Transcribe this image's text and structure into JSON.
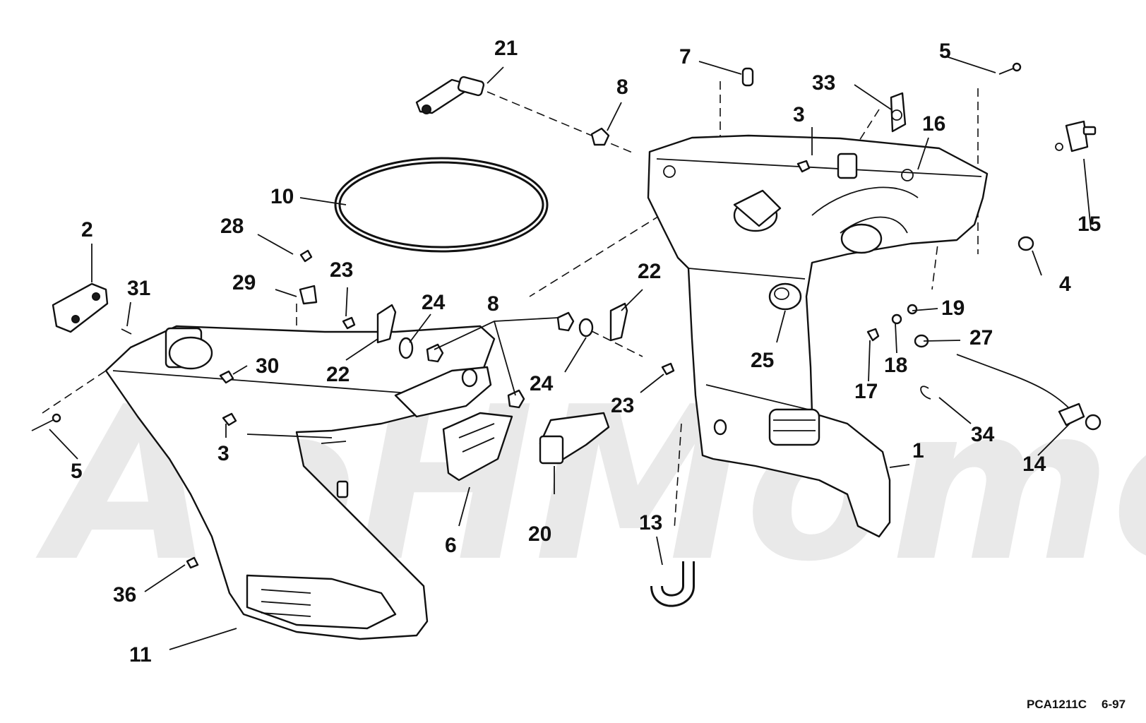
{
  "diagram": {
    "watermark": "AeHMomo",
    "figure_code": "PCA1211C",
    "date_code": "6-97",
    "callouts": [
      {
        "id": "c1",
        "label": "1"
      },
      {
        "id": "c2",
        "label": "2"
      },
      {
        "id": "c3a",
        "label": "3"
      },
      {
        "id": "c3b",
        "label": "3"
      },
      {
        "id": "c4",
        "label": "4"
      },
      {
        "id": "c5a",
        "label": "5"
      },
      {
        "id": "c5b",
        "label": "5"
      },
      {
        "id": "c6",
        "label": "6"
      },
      {
        "id": "c7",
        "label": "7"
      },
      {
        "id": "c8a",
        "label": "8"
      },
      {
        "id": "c8b",
        "label": "8"
      },
      {
        "id": "c10",
        "label": "10"
      },
      {
        "id": "c11",
        "label": "11"
      },
      {
        "id": "c13",
        "label": "13"
      },
      {
        "id": "c14",
        "label": "14"
      },
      {
        "id": "c15",
        "label": "15"
      },
      {
        "id": "c16",
        "label": "16"
      },
      {
        "id": "c17",
        "label": "17"
      },
      {
        "id": "c18",
        "label": "18"
      },
      {
        "id": "c19",
        "label": "19"
      },
      {
        "id": "c20",
        "label": "20"
      },
      {
        "id": "c21",
        "label": "21"
      },
      {
        "id": "c22a",
        "label": "22"
      },
      {
        "id": "c22b",
        "label": "22"
      },
      {
        "id": "c23a",
        "label": "23"
      },
      {
        "id": "c23b",
        "label": "23"
      },
      {
        "id": "c24a",
        "label": "24"
      },
      {
        "id": "c24b",
        "label": "24"
      },
      {
        "id": "c25",
        "label": "25"
      },
      {
        "id": "c27",
        "label": "27"
      },
      {
        "id": "c28",
        "label": "28"
      },
      {
        "id": "c29",
        "label": "29"
      },
      {
        "id": "c30",
        "label": "30"
      },
      {
        "id": "c31",
        "label": "31"
      },
      {
        "id": "c33",
        "label": "33"
      },
      {
        "id": "c34",
        "label": "34"
      },
      {
        "id": "c36",
        "label": "36"
      }
    ]
  }
}
